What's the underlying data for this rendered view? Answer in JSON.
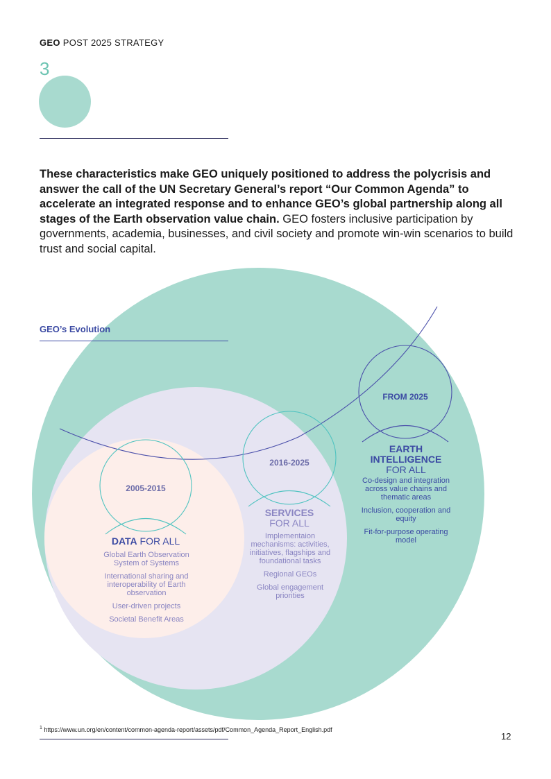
{
  "header": {
    "bold": "GEO",
    "rest": "POST 2025 STRATEGY"
  },
  "chapter": {
    "number": "3"
  },
  "intro": {
    "bold": "These characteristics make GEO uniquely positioned to address the polycrisis and answer the call of the UN Secretary General’s report “Our Common Agenda”  to accelerate an integrated response and to enhance GEO’s global partnership along all stages of the Earth observation value chain.",
    "regular": " GEO fosters inclusive participation by governments, academia, businesses, and civil society and promote win-win scenarios to build trust and social capital."
  },
  "evolution": {
    "title": "GEO’s Evolution",
    "stages": [
      {
        "years": "2005-2015",
        "headline_bold": "DATA",
        "headline_rest": " FOR ALL",
        "items": [
          "Global Earth Observation System of Systems",
          "International sharing and interoperability of Earth observation",
          "User-driven projects",
          "Societal Benefit Areas"
        ]
      },
      {
        "years": "2016-2025",
        "headline_bold": "SERVICES",
        "headline_rest": "FOR ALL",
        "items": [
          "Implementaion mechanisms: activities, initiatives, flagships and foundational tasks",
          "Regional GEOs",
          "Global engagement priorities"
        ]
      },
      {
        "years": "FROM 2025",
        "headline_bold": "EARTH INTELLIGENCE",
        "headline_rest": "FOR ALL",
        "items": [
          "Co-design and integration across value chains and thematic areas",
          "Inclusion, cooperation and equity",
          "Fit-for-purpose operating model"
        ]
      }
    ]
  },
  "colors": {
    "teal_big": "#a8dacf",
    "lavender": "#e6e4f2",
    "peach": "#fdeeea",
    "teal_line": "#4fc3c0",
    "indigo": "#3b4aa3"
  },
  "footnote": {
    "mark": "1",
    "text": "https://www.un.org/en/content/common-agenda-report/assets/pdf/Common_Agenda_Report_English.pdf"
  },
  "page_number": "12"
}
